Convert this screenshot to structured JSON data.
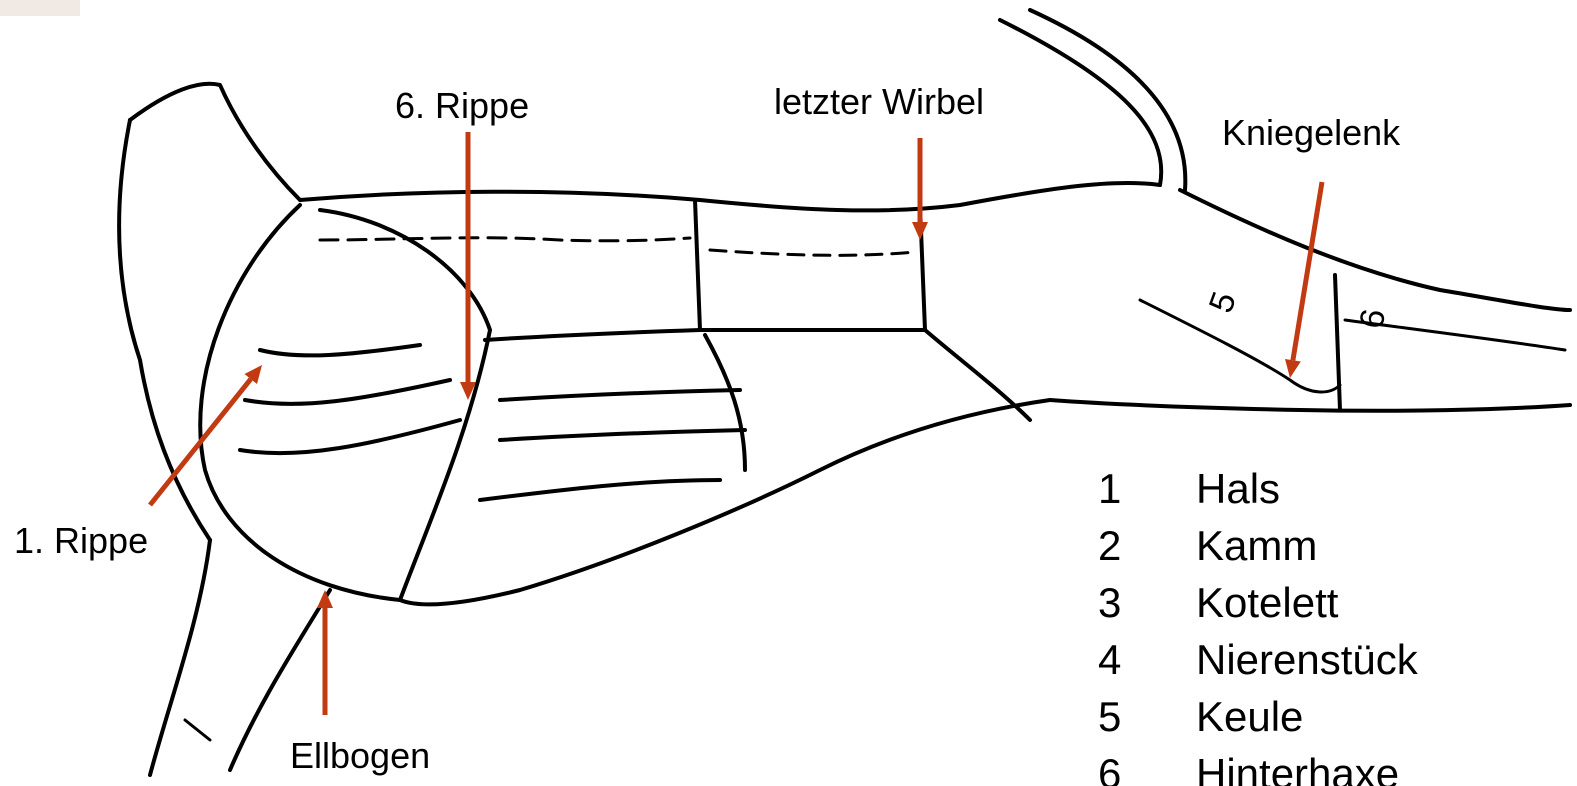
{
  "colors": {
    "arrow": "#c23a12",
    "outline": "#000000",
    "background": "#ffffff"
  },
  "labels": {
    "rib_1": "1. Rippe",
    "rib_6": "6. Rippe",
    "last_vertebra": "letzter Wirbel",
    "knee_joint": "Kniegelenk",
    "elbow": "Ellbogen"
  },
  "legend": [
    {
      "num": "1",
      "name": "Hals"
    },
    {
      "num": "2",
      "name": "Kamm"
    },
    {
      "num": "3",
      "name": "Kotelett"
    },
    {
      "num": "4",
      "name": "Nierenstück"
    },
    {
      "num": "5",
      "name": "Keule"
    },
    {
      "num": "6",
      "name": "Hinterhaxe"
    }
  ],
  "region_numbers": {
    "keule": "5",
    "hinterhaxe": "6"
  }
}
